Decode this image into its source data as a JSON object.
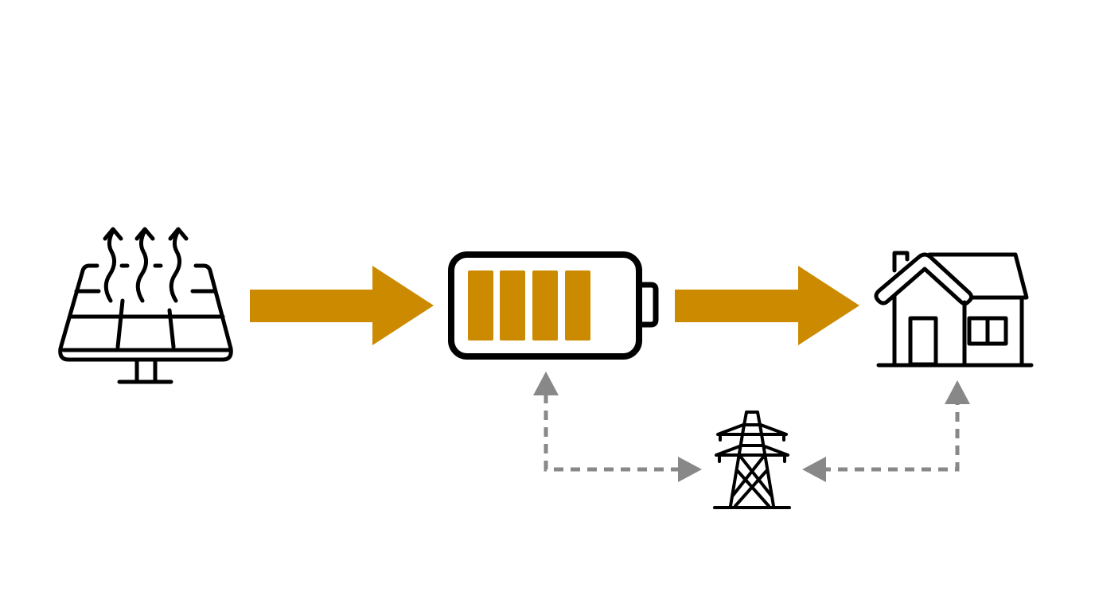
{
  "diagram": {
    "nodes": [
      {
        "id": "solar",
        "icon": "solar-panel-icon"
      },
      {
        "id": "battery",
        "icon": "battery-icon",
        "charge_level": 1.0,
        "cells": 4
      },
      {
        "id": "house",
        "icon": "house-icon"
      },
      {
        "id": "grid",
        "icon": "power-tower-icon"
      }
    ],
    "edges": [
      {
        "from": "solar",
        "to": "battery",
        "style": "solid"
      },
      {
        "from": "battery",
        "to": "house",
        "style": "solid"
      },
      {
        "from": "grid",
        "to": "battery",
        "style": "dashed",
        "bidirectional": true
      },
      {
        "from": "grid",
        "to": "house",
        "style": "dashed",
        "bidirectional": true
      }
    ],
    "colors": {
      "accent": "#CC8A00",
      "icon": "#000000",
      "dashed": "#888888",
      "background": "#FFFFFF"
    }
  }
}
